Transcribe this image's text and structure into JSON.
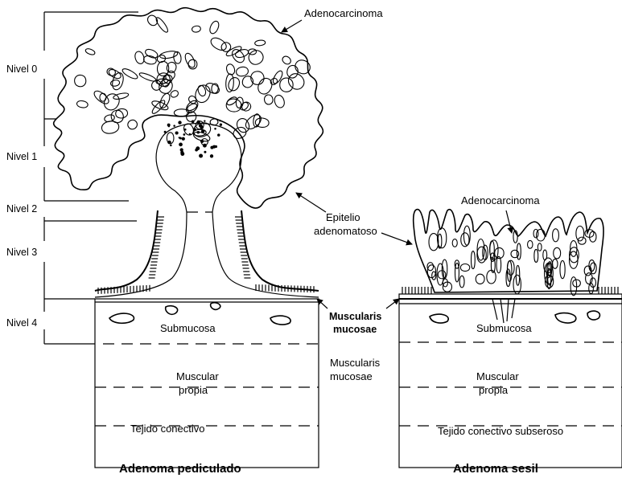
{
  "levels": [
    "Nivel  0",
    "Nivel  1",
    "Nivel  2",
    "Nivel  3",
    "Nivel  4"
  ],
  "left": {
    "adenocarcinoma": "Adenocarcinoma",
    "submucosa": "Submucosa",
    "muscular": [
      "Muscular",
      "propia"
    ],
    "tejido": "Tejido conectivo",
    "title": "Adenoma pediculado"
  },
  "middle": {
    "epitelio": [
      "Epitelio",
      "adenomatoso"
    ],
    "muscularis_bold": [
      "Muscularis",
      "mucosae"
    ],
    "muscularis": [
      "Muscularis",
      "mucosae"
    ]
  },
  "right": {
    "adenocarcinoma": "Adenocarcinoma",
    "submucosa": "Submucosa",
    "muscular": [
      "Muscular",
      "propia"
    ],
    "tejido": "Tejido conectivo subseroso",
    "title": "Adenoma sesil"
  }
}
